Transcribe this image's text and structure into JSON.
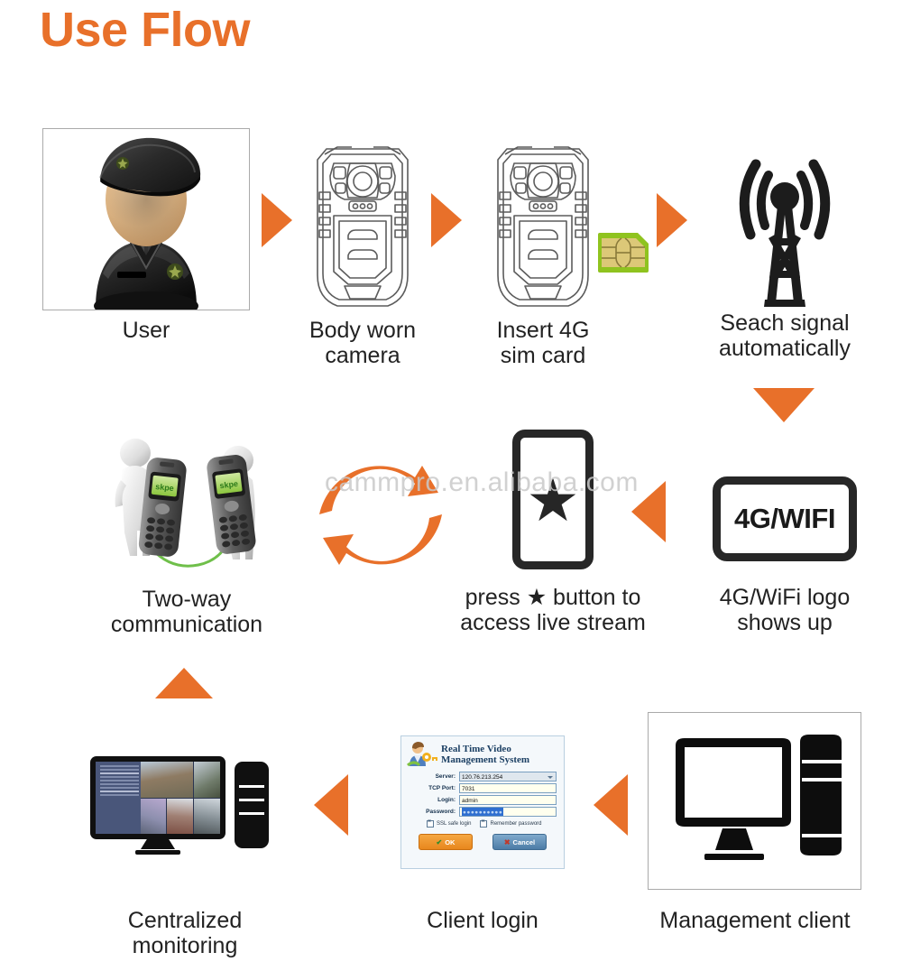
{
  "page": {
    "title": "Use Flow",
    "watermark": "cammpro.en.alibaba.com",
    "accent_color": "#E8702A",
    "text_color": "#222222",
    "background": "#ffffff"
  },
  "flow": {
    "steps": [
      {
        "id": "user",
        "label": "User",
        "icon": "police-officer-avatar-icon"
      },
      {
        "id": "body-worn-camera",
        "label": "Body worn\ncamera",
        "icon": "body-worn-camera-icon"
      },
      {
        "id": "insert-sim",
        "label": "Insert 4G\nsim card",
        "icon": "sim-card-icon"
      },
      {
        "id": "search-signal",
        "label": "Seach signal\nautomatically",
        "icon": "signal-tower-icon"
      },
      {
        "id": "logo-shows-up",
        "label": "4G/WiFi logo\nshows up",
        "icon": "4g-wifi-badge-icon",
        "badge_text": "4G/WIFI"
      },
      {
        "id": "press-star",
        "label": "press ★ button to\naccess live stream",
        "icon": "star-button-icon",
        "glyph": "★"
      },
      {
        "id": "two-way",
        "label": "Two-way\ncommunication",
        "icon": "two-way-radio-icon"
      },
      {
        "id": "centralized",
        "label": "Centralized\nmonitoring",
        "icon": "cctv-monitor-icon"
      },
      {
        "id": "client-login",
        "label": "Client login",
        "icon": "login-dialog-icon"
      },
      {
        "id": "management",
        "label": "Management client",
        "icon": "desktop-computer-icon"
      }
    ],
    "arrows": [
      {
        "id": "arrow-user-to-camera",
        "direction": "right"
      },
      {
        "id": "arrow-camera-to-sim",
        "direction": "right"
      },
      {
        "id": "arrow-sim-to-signal",
        "direction": "right"
      },
      {
        "id": "arrow-signal-to-logo",
        "direction": "down"
      },
      {
        "id": "arrow-logo-to-star",
        "direction": "left"
      },
      {
        "id": "arrow-star-to-twoway",
        "direction": "cycle"
      },
      {
        "id": "arrow-management-to-login",
        "direction": "left"
      },
      {
        "id": "arrow-login-to-centralized",
        "direction": "left"
      },
      {
        "id": "arrow-centralized-to-twoway",
        "direction": "up"
      }
    ]
  },
  "login_dialog": {
    "title": "Real Time Video\nManagement System",
    "fields": [
      {
        "label": "Server:",
        "value": "120.76.213.254",
        "type": "select"
      },
      {
        "label": "TCP Port:",
        "value": "7031",
        "type": "text"
      },
      {
        "label": "Login:",
        "value": "admin",
        "type": "text"
      },
      {
        "label": "Password:",
        "value": "●●●●●●●●●●",
        "type": "password"
      }
    ],
    "checkboxes": [
      {
        "label": "SSL safe login",
        "checked": true
      },
      {
        "label": "Remember password",
        "checked": true
      }
    ],
    "buttons": [
      {
        "label": "OK",
        "style": "primary",
        "mark": "✔"
      },
      {
        "label": "Cancel",
        "style": "secondary",
        "mark": "✖"
      }
    ]
  }
}
